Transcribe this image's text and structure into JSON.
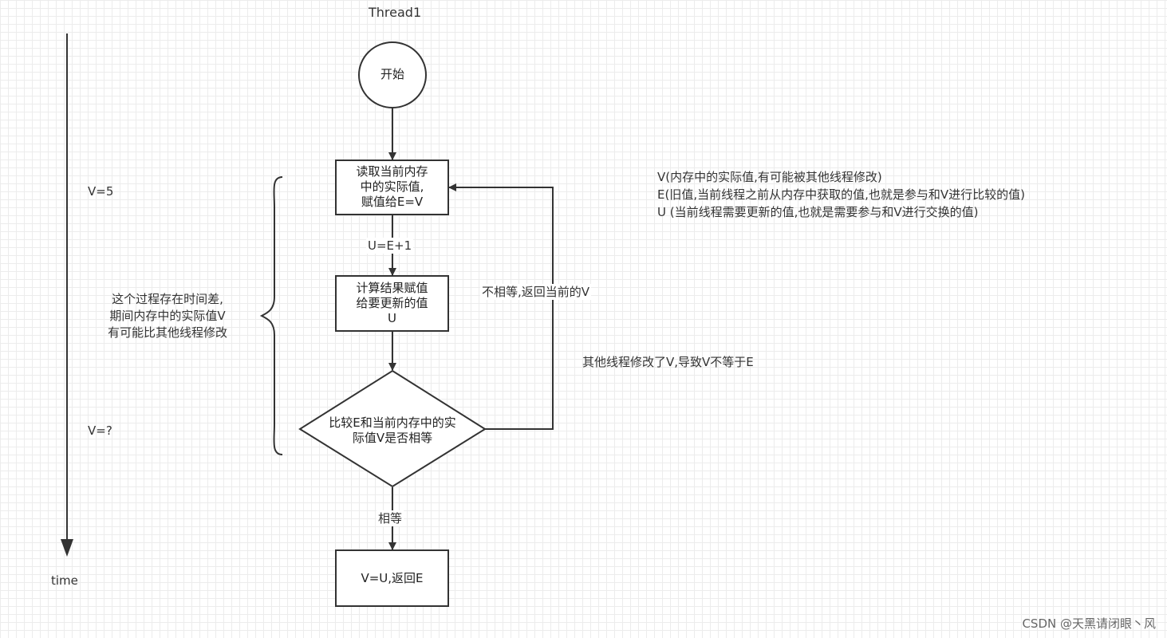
{
  "diagram": {
    "title": "Thread1",
    "nodes": {
      "start": "开始",
      "read": [
        "读取当前内存",
        "中的实际值,",
        "赋值给E=V"
      ],
      "compute": [
        "计算结果赋值",
        "给要更新的值",
        "U"
      ],
      "compare": [
        "比较E和当前内存中的实",
        "际值V是否相等"
      ],
      "result": "V=U,返回E"
    },
    "edge_labels": {
      "read_to_compute": "U=E+1",
      "compare_equal": "相等",
      "compare_not_equal": "不相等,返回当前的V",
      "other_thread_note": "其他线程修改了V,导致V不等于E"
    },
    "timeline": {
      "axis_label": "time",
      "v_start": "V=5",
      "v_later": "V=?",
      "note": [
        "这个过程存在时间差,",
        "期间内存中的实际值V",
        "有可能比其他线程修改"
      ]
    },
    "legend": [
      "V(内存中的实际值,有可能被其他线程修改)",
      "E(旧值,当前线程之前从内存中获取的值,也就是参与和V进行比较的值)",
      "U (当前线程需要更新的值,也就是需要参与和V进行交换的值)"
    ]
  },
  "watermark": "CSDN @天黑请闭眼丶风",
  "colors": {
    "stroke": "#333333",
    "text": "#333333",
    "grid": "#ececec"
  }
}
